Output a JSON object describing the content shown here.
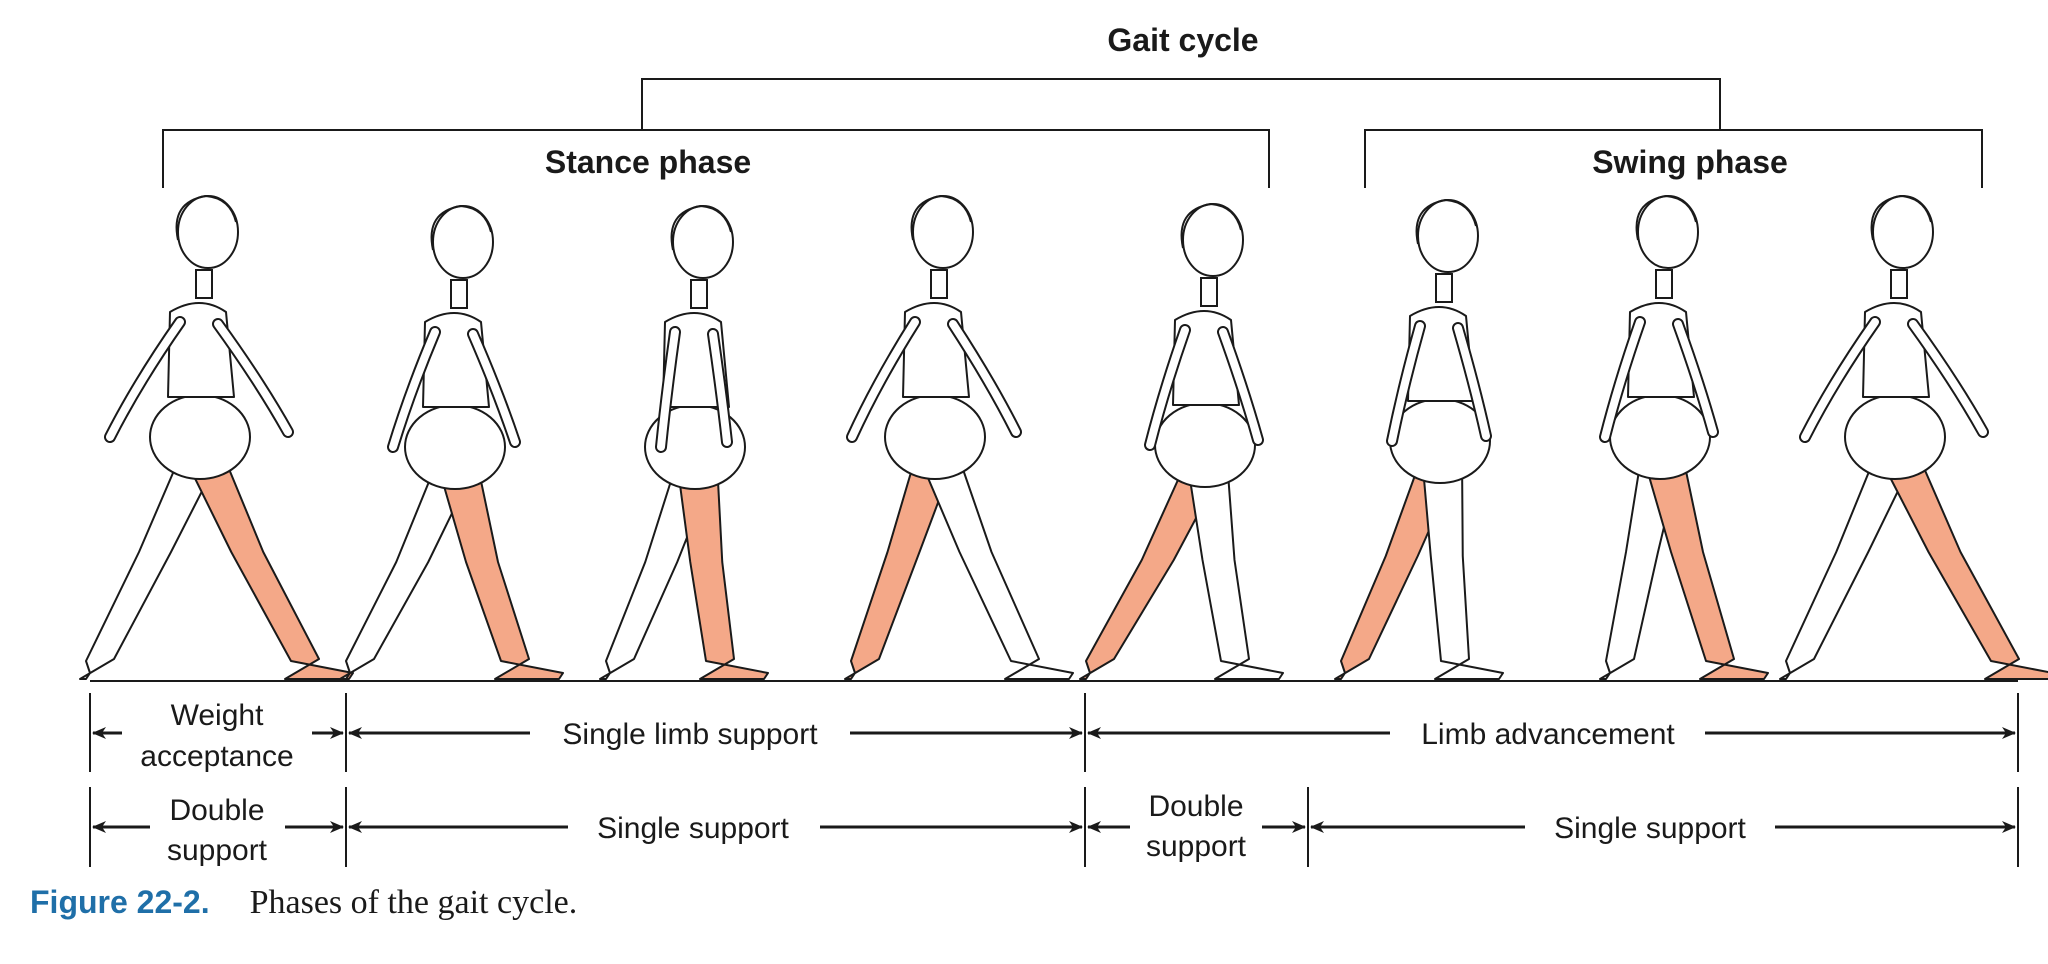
{
  "brackets": {
    "gait_cycle": "Gait cycle",
    "stance_phase": "Stance phase",
    "swing_phase": "Swing phase"
  },
  "figures": {
    "count": 8,
    "colors": {
      "outline": "#1a1a1a",
      "skin": "#ffffff",
      "highlight_leg": "#f4a888"
    }
  },
  "row1": {
    "weight_acceptance_1": "Weight",
    "weight_acceptance_2": "acceptance",
    "single_limb_support": "Single limb support",
    "limb_advancement": "Limb advancement"
  },
  "row2": {
    "double_support_a_1": "Double",
    "double_support_a_2": "support",
    "single_support_a": "Single support",
    "double_support_b_1": "Double",
    "double_support_b_2": "support",
    "single_support_b": "Single support"
  },
  "caption": {
    "number": "Figure 22-2.",
    "text": "Phases of the gait cycle."
  }
}
